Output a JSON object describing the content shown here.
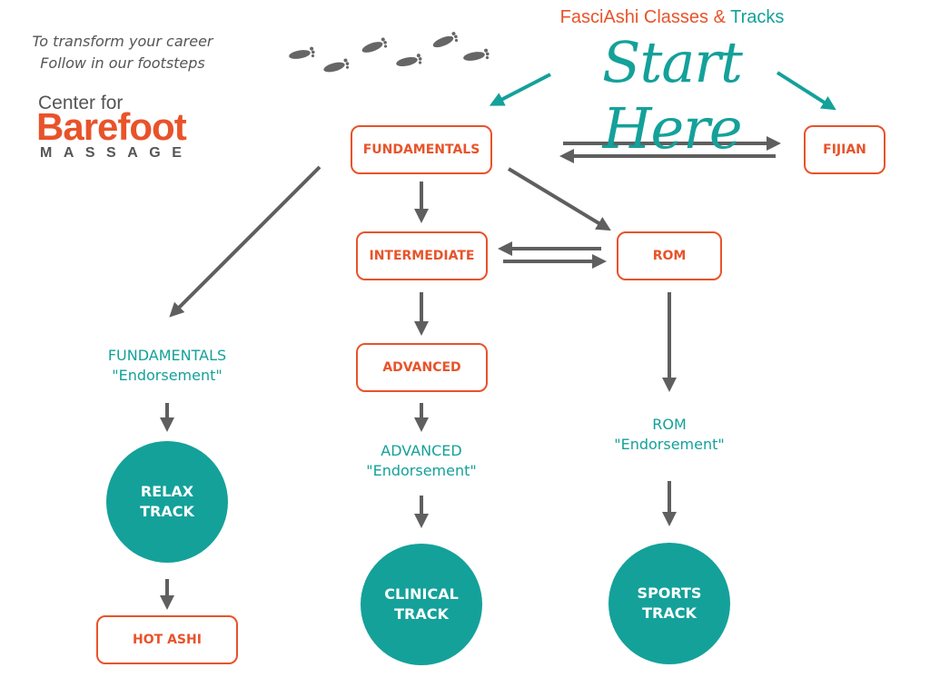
{
  "tagline": {
    "line1": "To transform your career",
    "line2": "Follow in our footsteps"
  },
  "logo": {
    "line1": "Center for",
    "line2": "Barefoot",
    "line3": "MASSAGE"
  },
  "header": {
    "title_part1": "FasciAshi Classes",
    "title_amp": " & ",
    "title_part2": "Tracks",
    "start_here": "Start Here"
  },
  "colors": {
    "orange": "#e8532a",
    "teal": "#14a19a",
    "arrow_gray": "#5f5f5f",
    "text_gray": "#555555"
  },
  "nodes": {
    "fundamentals": "FUNDAMENTALS",
    "fijian": "FIJIAN",
    "intermediate": "INTERMEDIATE",
    "rom": "ROM",
    "advanced": "ADVANCED",
    "hot_ashi": "HOT ASHI"
  },
  "endorsements": {
    "fundamentals": {
      "line1": "FUNDAMENTALS",
      "line2": "\"Endorsement\""
    },
    "advanced": {
      "line1": "ADVANCED",
      "line2": "\"Endorsement\""
    },
    "rom": {
      "line1": "ROM",
      "line2": "\"Endorsement\""
    }
  },
  "tracks": {
    "relax": {
      "line1": "RELAX",
      "line2": "TRACK"
    },
    "clinical": {
      "line1": "CLINICAL",
      "line2": "TRACK"
    },
    "sports": {
      "line1": "SPORTS",
      "line2": "TRACK"
    }
  }
}
